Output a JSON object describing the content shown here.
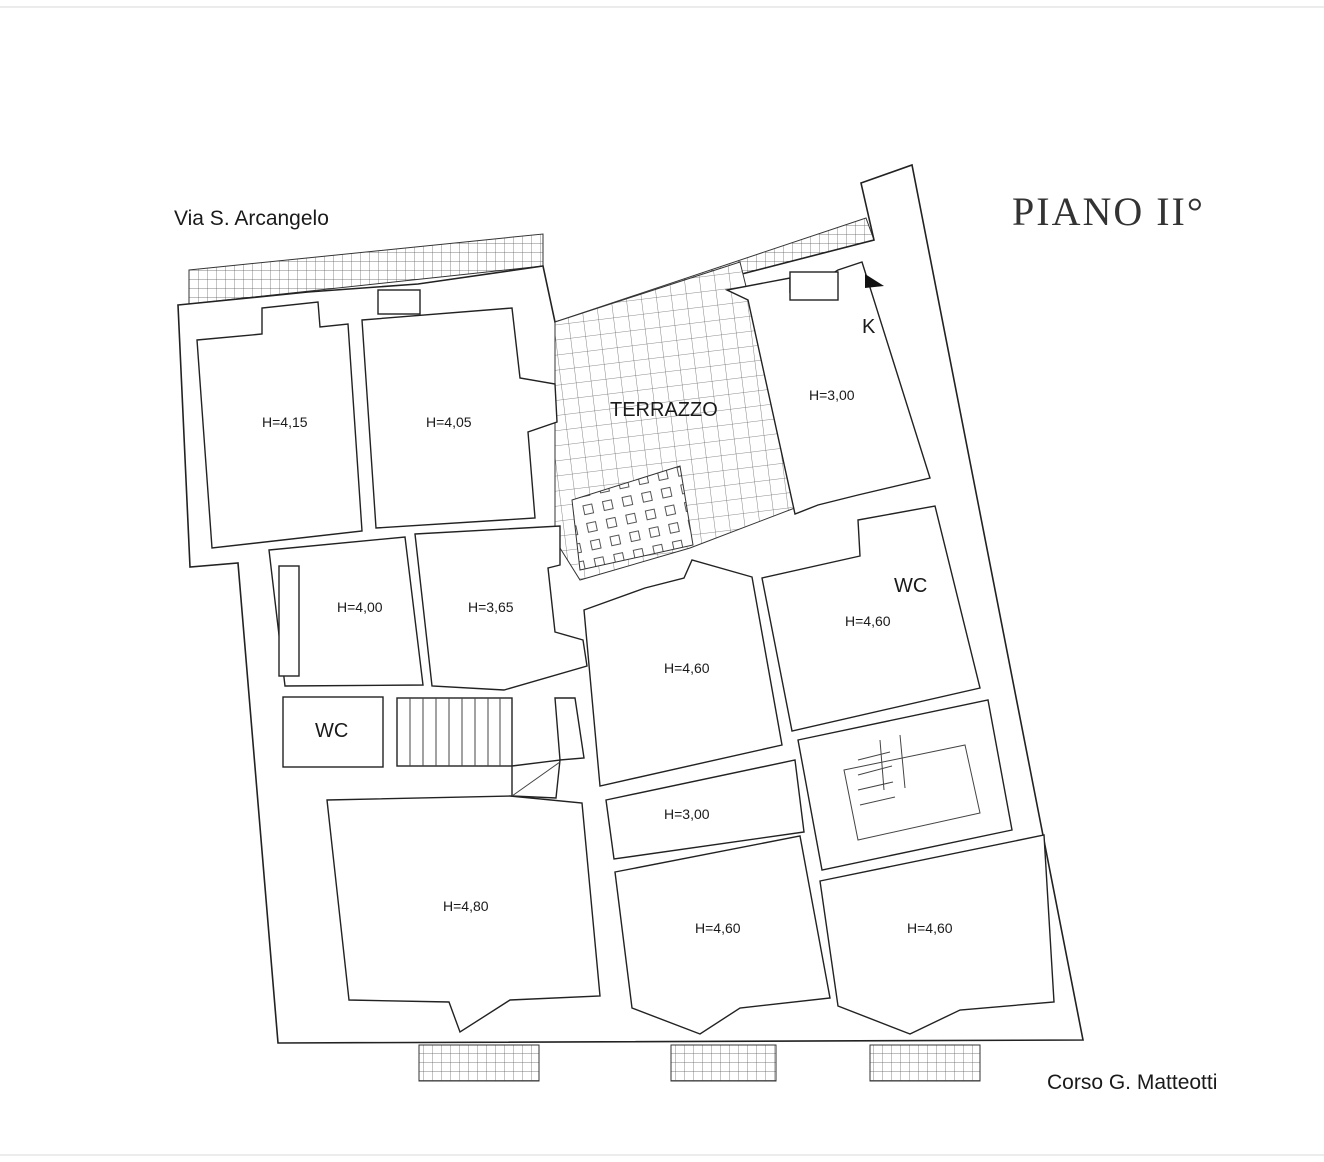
{
  "title": "PIANO II°",
  "streets": {
    "top": "Via S. Arcangelo",
    "bottom": "Corso G. Matteotti"
  },
  "terrace_label": "TERRAZZO",
  "kitchen_label": "K",
  "rooms": [
    {
      "id": "r1",
      "label": "H=4,15"
    },
    {
      "id": "r2",
      "label": "H=4,05"
    },
    {
      "id": "r3",
      "label": "H=3,00"
    },
    {
      "id": "r4",
      "label": "H=4,00"
    },
    {
      "id": "r5",
      "label": "H=3,65"
    },
    {
      "id": "r6",
      "label": "H=4,60"
    },
    {
      "id": "r7",
      "label": "H=4,60",
      "extra": "WC"
    },
    {
      "id": "r8",
      "label": "WC"
    },
    {
      "id": "r9",
      "label": "H=3,00"
    },
    {
      "id": "r10",
      "label": "H=4,80"
    },
    {
      "id": "r11",
      "label": "H=4,60"
    },
    {
      "id": "r12",
      "label": "H=4,60"
    }
  ]
}
